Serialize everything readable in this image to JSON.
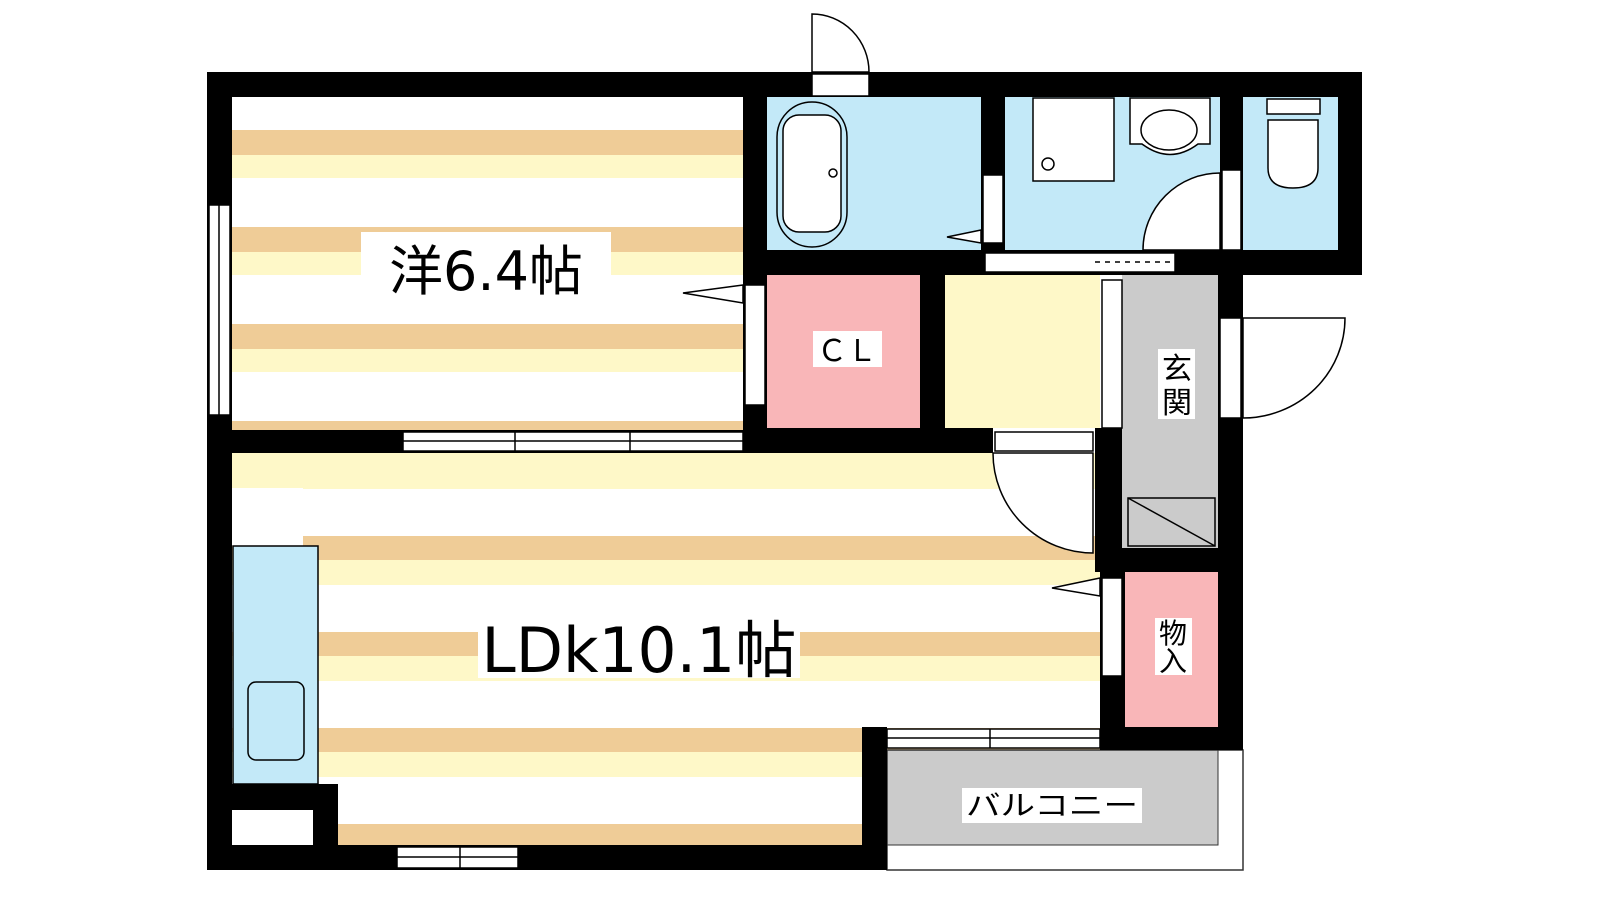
{
  "rooms": {
    "western": {
      "label": "洋6.4帖"
    },
    "ldk": {
      "label": "LDk10.1帖"
    },
    "closet": {
      "label": "ＣＬ"
    },
    "entrance": {
      "label_line1": "玄",
      "label_line2": "関"
    },
    "storage": {
      "label_line1": "物",
      "label_line2": "入"
    },
    "balcony": {
      "label": "バルコニー"
    }
  },
  "colors": {
    "wall": "#000000",
    "floor_tan": "#efcc97",
    "floor_yellow": "#fef8c8",
    "water_blue": "#c3e9f8",
    "closet_pink": "#f9b6b8",
    "entrance_gray": "#cbcbcb"
  }
}
